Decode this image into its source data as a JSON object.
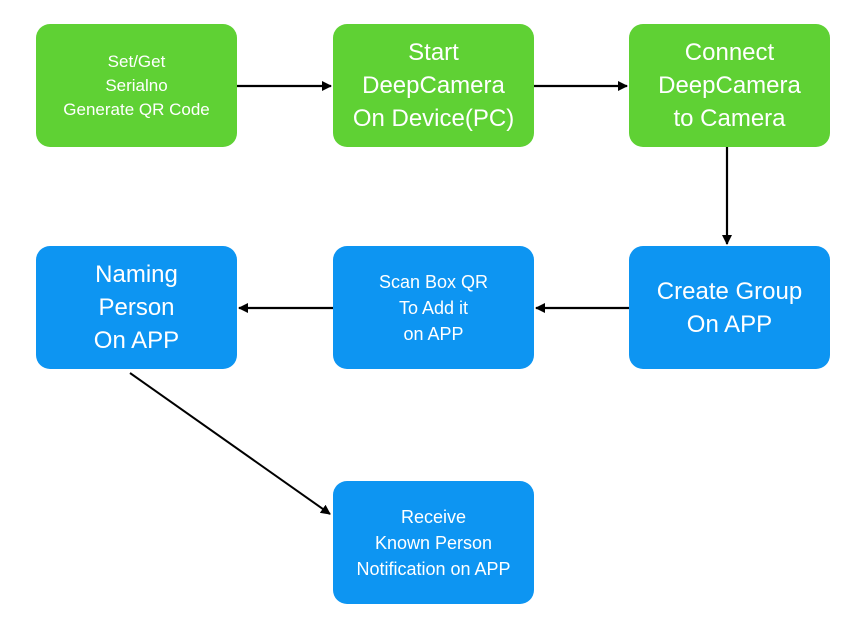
{
  "diagram": {
    "nodes": [
      {
        "lines": [
          "Set/Get",
          "Serialno",
          "Generate QR Code"
        ],
        "color": "#5fd134"
      },
      {
        "lines": [
          "Start",
          "DeepCamera",
          "On Device(PC)"
        ],
        "color": "#5fd134"
      },
      {
        "lines": [
          "Connect",
          "DeepCamera",
          "to Camera"
        ],
        "color": "#5fd134"
      },
      {
        "lines": [
          "Create Group",
          "On APP"
        ],
        "color": "#0d95f2"
      },
      {
        "lines": [
          "Scan Box QR",
          "To Add it",
          "on APP"
        ],
        "color": "#0d95f2"
      },
      {
        "lines": [
          "Naming",
          "Person",
          "On APP"
        ],
        "color": "#0d95f2"
      },
      {
        "lines": [
          "Receive",
          "Known Person",
          "Notification on APP"
        ],
        "color": "#0d95f2"
      }
    ],
    "edges": [
      {
        "from": "Set/Get Serialno Generate QR Code",
        "to": "Start DeepCamera On Device(PC)"
      },
      {
        "from": "Start DeepCamera On Device(PC)",
        "to": "Connect DeepCamera to Camera"
      },
      {
        "from": "Connect DeepCamera to Camera",
        "to": "Create Group On APP"
      },
      {
        "from": "Create Group On APP",
        "to": "Scan Box QR To Add it on APP"
      },
      {
        "from": "Scan Box QR To Add it on APP",
        "to": "Naming Person On APP"
      },
      {
        "from": "Naming Person On APP",
        "to": "Receive Known Person Notification on APP"
      }
    ],
    "colors": {
      "setup": "#5fd134",
      "app": "#0d95f2",
      "arrow": "#000000",
      "text": "#ffffff"
    }
  }
}
